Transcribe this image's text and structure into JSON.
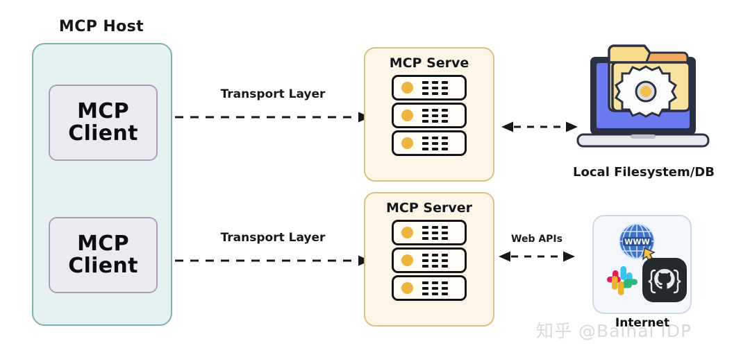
{
  "diagram": {
    "host": {
      "title": "MCP Host",
      "clients": [
        {
          "line1": "MCP",
          "line2": "Client"
        },
        {
          "line1": "MCP",
          "line2": "Client"
        }
      ]
    },
    "transport": [
      {
        "label": "Transport Layer"
      },
      {
        "label": "Transport Layer"
      }
    ],
    "servers": [
      {
        "title": "MCP Serve"
      },
      {
        "title": "MCP Server"
      }
    ],
    "links": [
      {
        "label": ""
      },
      {
        "label": "Web APIs"
      }
    ],
    "resources": {
      "local": {
        "label": "Local Filesystem/DB",
        "icon": "laptop-folder-gear-icon"
      },
      "internet": {
        "label": "Internet",
        "icons": [
          "www-globe-icon",
          "slack-icon",
          "github-icon"
        ]
      }
    },
    "watermark": "知乎 @Baihai IDP",
    "colors": {
      "host_fill": "#e4f3f2",
      "host_border": "#7fb0ae",
      "client_fill": "#eceaf1",
      "client_border": "#a79fb8",
      "server_fill": "#fdf6e7",
      "server_border": "#dcc07e",
      "rack_led": "#eeb440",
      "laptop_screen": "#6c7af0",
      "folder": "#f6dd8d",
      "internet_panel": "#f4f7fc"
    }
  }
}
